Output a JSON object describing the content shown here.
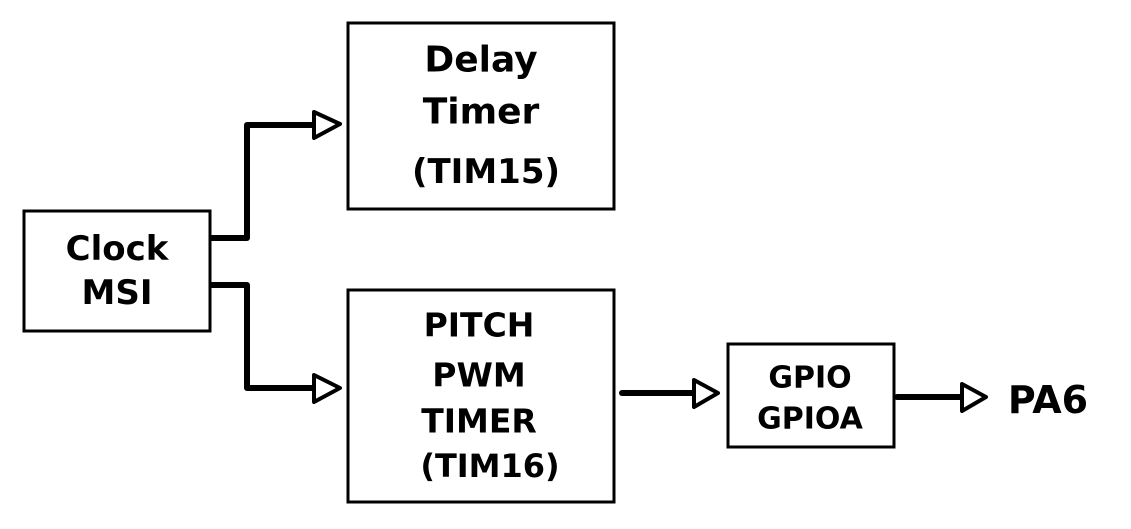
{
  "diagram": {
    "nodes": {
      "clock": {
        "lines": [
          "Clock",
          "MSI"
        ]
      },
      "delay_timer": {
        "lines": [
          "Delay",
          "Timer",
          "(TIM15)"
        ]
      },
      "pitch_timer": {
        "lines": [
          "PITCH",
          "PWM",
          "TIMER",
          "(TIM16)"
        ]
      },
      "gpio": {
        "lines": [
          "GPIO",
          "GPIOA"
        ]
      },
      "output": {
        "label": "PA6"
      }
    },
    "edges": [
      {
        "from": "clock",
        "to": "delay_timer"
      },
      {
        "from": "clock",
        "to": "pitch_timer"
      },
      {
        "from": "pitch_timer",
        "to": "gpio"
      },
      {
        "from": "gpio",
        "to": "output"
      }
    ],
    "colors": {
      "stroke": "#000000",
      "background": "#ffffff"
    }
  }
}
